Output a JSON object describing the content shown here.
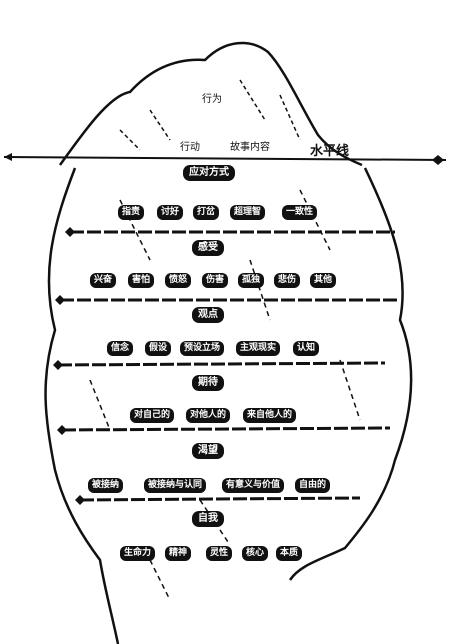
{
  "iceberg": {
    "tip": {
      "behavior": "行为",
      "action": "行动",
      "story_content": "故事内容"
    },
    "waterline_label": "水平线",
    "levels": [
      {
        "header": "应对方式",
        "items": [
          "指责",
          "讨好",
          "打岔",
          "超理智",
          "一致性"
        ]
      },
      {
        "header": "感受",
        "items": [
          "兴奋",
          "害怕",
          "愤怒",
          "伤害",
          "孤独",
          "悲伤",
          "其他"
        ]
      },
      {
        "header": "观点",
        "items": [
          "信念",
          "假设",
          "预设立场",
          "主观现实",
          "认知"
        ]
      },
      {
        "header": "期待",
        "items": [
          "对自己的",
          "对他人的",
          "来自他人的"
        ]
      },
      {
        "header": "渴望",
        "items": [
          "被接纳",
          "被接纳与认同",
          "有意义与价值",
          "自由的"
        ]
      },
      {
        "header": "自我",
        "items": [
          "生命力",
          "精神",
          "灵性",
          "核心",
          "本质"
        ]
      }
    ]
  }
}
